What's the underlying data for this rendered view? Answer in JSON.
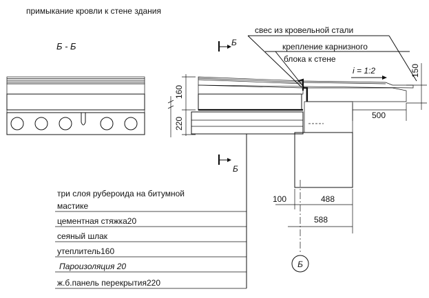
{
  "title": "примыкание кровли к стене здания",
  "section_label": "Б - Б",
  "cut_marks": [
    "Б",
    "Б"
  ],
  "axis_label": "Б",
  "callouts": {
    "top1": "свес из кровельной стали",
    "top2a": "крепление карнизного",
    "top2b": "блока к стене",
    "slope": "i = 1:2"
  },
  "dimensions": {
    "d160": "160",
    "d220": "220",
    "d150": "150",
    "d500": "500",
    "d100": "100",
    "d488": "488",
    "d588": "588"
  },
  "layers": [
    {
      "label": "три слоя рубероида на битумной"
    },
    {
      "label": "мастике"
    },
    {
      "label": "цементная стяжка20"
    },
    {
      "label": "сеяный шлак"
    },
    {
      "label": "утеплитель160"
    },
    {
      "label": "Пароизоляция 20"
    },
    {
      "label": "ж.б.панель перекрытия220"
    }
  ]
}
